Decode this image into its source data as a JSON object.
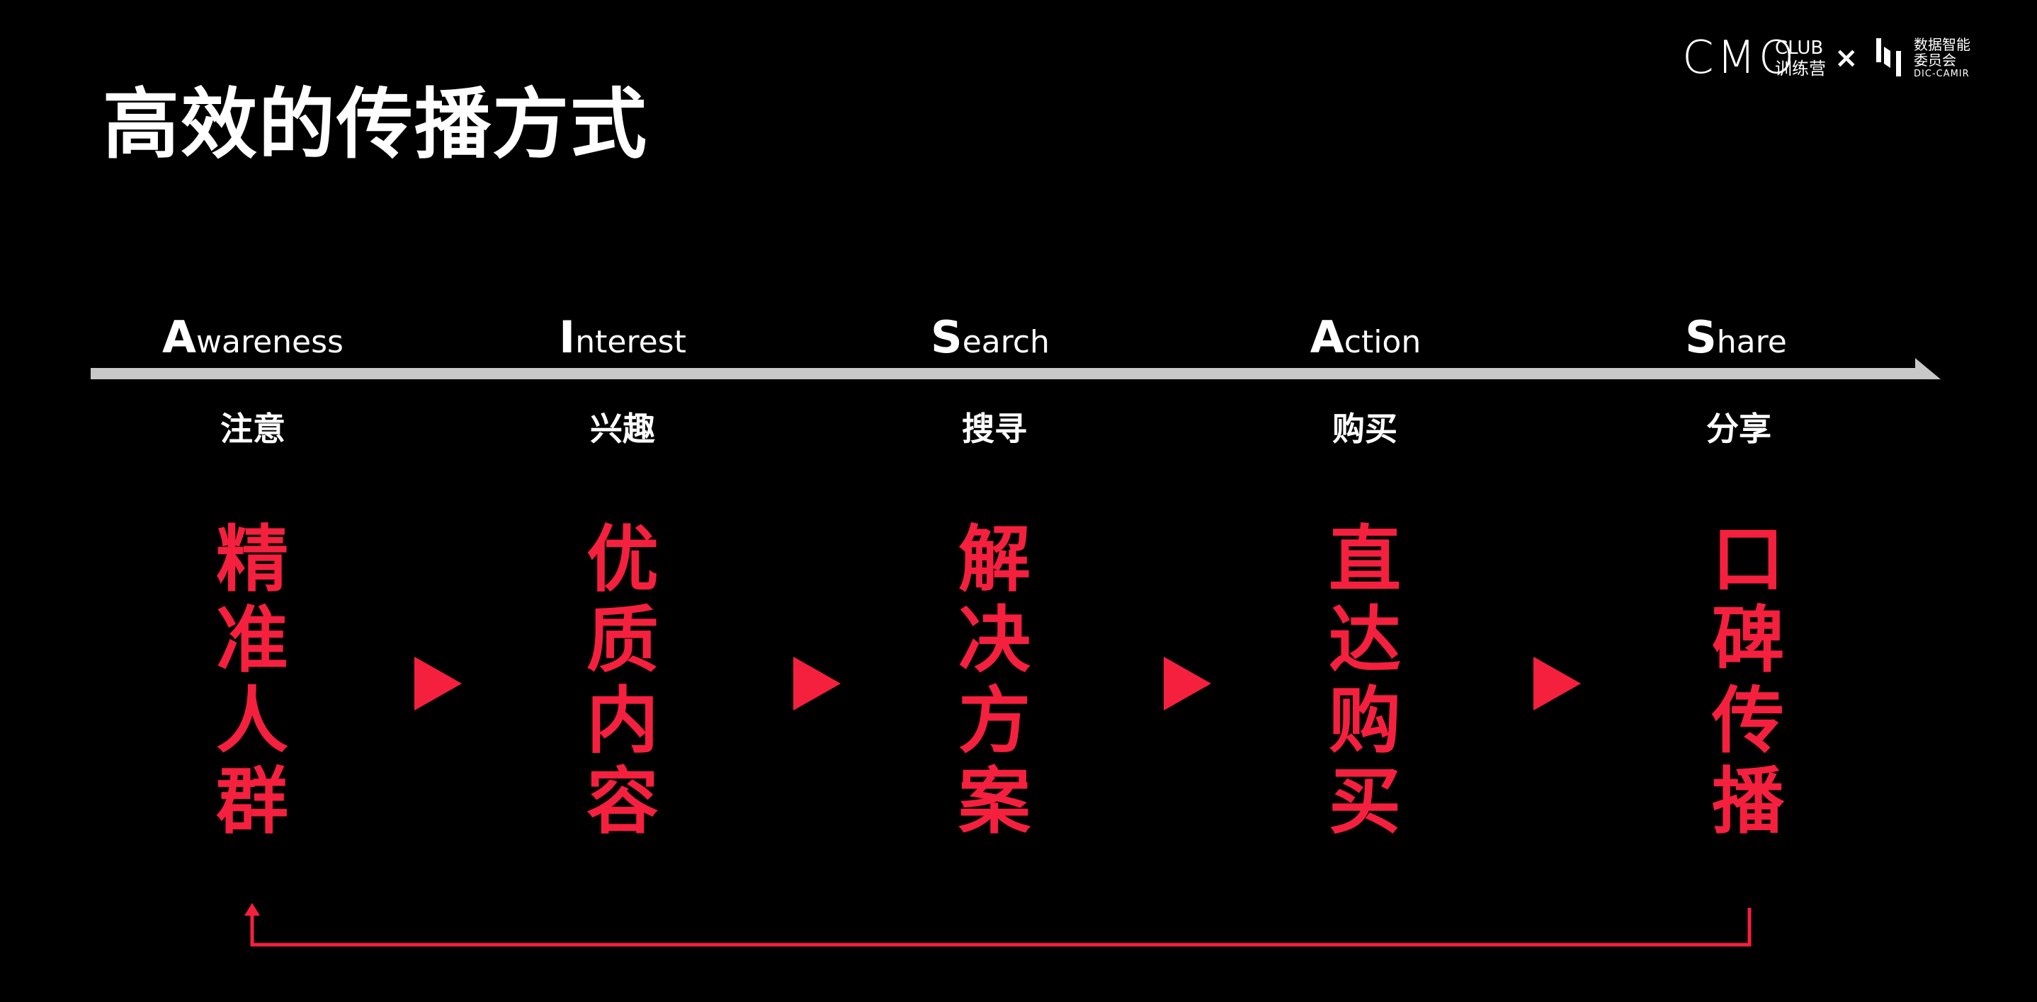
{
  "title": "高效的传播方式",
  "logo": {
    "cmo": "CMO",
    "club": "CLUB",
    "club_sub": "训练营",
    "times": "×",
    "dic_line1": "数据智能",
    "dic_line2": "委员会",
    "dic_line3": "DIC-CAMIR"
  },
  "colors": {
    "background": "#000000",
    "accent_red": "#f5203e",
    "timeline_gray": "#c8c8c8",
    "text_white": "#ffffff"
  },
  "stages": [
    {
      "en_initial": "A",
      "en_rest": "wareness",
      "cn": "注意",
      "red": [
        "精",
        "准",
        "人",
        "群"
      ]
    },
    {
      "en_initial": "I",
      "en_rest": "nterest",
      "cn": "兴趣",
      "red": [
        "优",
        "质",
        "内",
        "容"
      ]
    },
    {
      "en_initial": "S",
      "en_rest": "earch",
      "cn": "搜寻",
      "red": [
        "解",
        "决",
        "方",
        "案"
      ]
    },
    {
      "en_initial": "A",
      "en_rest": "ction",
      "cn": "购买",
      "red": [
        "直",
        "达",
        "购",
        "买"
      ]
    },
    {
      "en_initial": "S",
      "en_rest": "hare",
      "cn": "分享",
      "red": [
        "口",
        "碑",
        "传",
        "播"
      ]
    }
  ]
}
